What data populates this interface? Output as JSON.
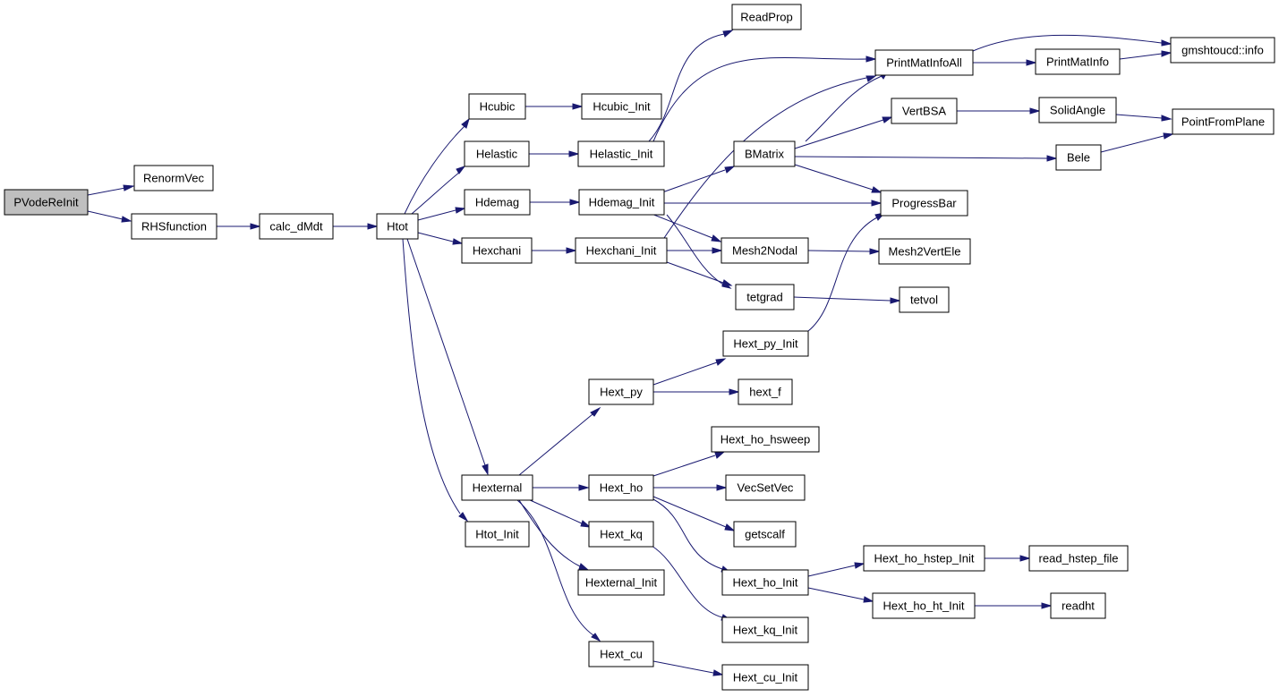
{
  "colors": {
    "edge": "#191970",
    "node_border": "#000000",
    "node_fill": "#ffffff",
    "root_fill": "#bfbfbf"
  },
  "nodes": {
    "pvodereinit": "PVodeReInit",
    "renormvec": "RenormVec",
    "rhsfunction": "RHSfunction",
    "calc_dmdt": "calc_dMdt",
    "htot": "Htot",
    "hcubic": "Hcubic",
    "helastic": "Helastic",
    "hdemag": "Hdemag",
    "hexchani": "Hexchani",
    "hexternal": "Hexternal",
    "htot_init": "Htot_Init",
    "hcubic_init": "Hcubic_Init",
    "helastic_init": "Helastic_Init",
    "hdemag_init": "Hdemag_Init",
    "hexchani_init": "Hexchani_Init",
    "hext_py": "Hext_py",
    "hext_ho": "Hext_ho",
    "hext_kq": "Hext_kq",
    "hexternal_init": "Hexternal_Init",
    "hext_cu": "Hext_cu",
    "readprop": "ReadProp",
    "bmatrix": "BMatrix",
    "mesh2nodal": "Mesh2Nodal",
    "tetgrad": "tetgrad",
    "hext_py_init": "Hext_py_Init",
    "hext_f": "hext_f",
    "hext_ho_hsweep": "Hext_ho_hsweep",
    "vecsetvec": "VecSetVec",
    "getscalf": "getscalf",
    "hext_ho_init": "Hext_ho_Init",
    "hext_kq_init": "Hext_kq_Init",
    "hext_cu_init": "Hext_cu_Init",
    "printmatinfoall": "PrintMatInfoAll",
    "vertbsa": "VertBSA",
    "progressbar": "ProgressBar",
    "mesh2vertele": "Mesh2VertEle",
    "tetvol": "tetvol",
    "hext_ho_hstep_init": "Hext_ho_hstep_Init",
    "hext_ho_ht_init": "Hext_ho_ht_Init",
    "printmatinfo": "PrintMatInfo",
    "solidangle": "SolidAngle",
    "bele": "Bele",
    "read_hstep_file": "read_hstep_file",
    "readht": "readht",
    "gmshtoucd_info": "gmshtoucd::info",
    "pointfromplane": "PointFromPlane"
  }
}
